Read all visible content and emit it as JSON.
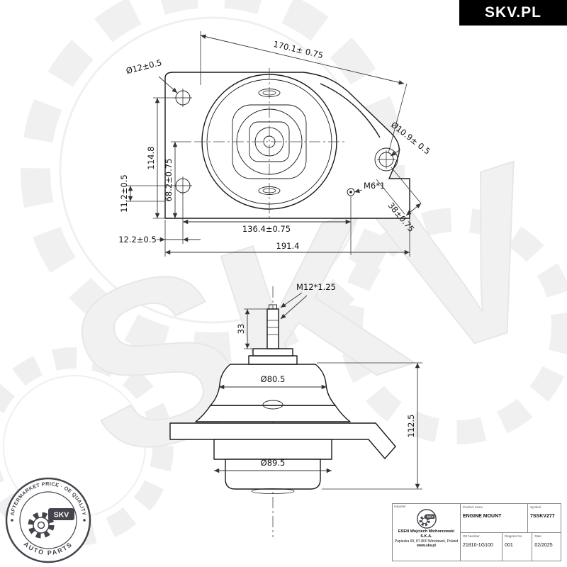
{
  "header": {
    "brand": "SKV.PL"
  },
  "watermark": {
    "text": "SKV"
  },
  "colors": {
    "ink": "#1a1a1a",
    "dim_line": "#333333",
    "stamp": "#45444c",
    "brand_bg": "#000000",
    "brand_fg": "#ffffff",
    "watermark": "#f1f1f1"
  },
  "top_view": {
    "dims": {
      "length_170": "170.1± 0.75",
      "hole_12": "Ø12±0.5",
      "height_114": "114.8",
      "height_68": "68.2±0.75",
      "height_11": "11.2±0.5",
      "hole_10_9": "Ø10.9± 0.5",
      "thread_m6": "M6*1",
      "length_136": "136.4±0.75",
      "offset_12": "12.2±0.5",
      "length_total": "191.4",
      "offset_38": "38±0.75"
    }
  },
  "side_view": {
    "dims": {
      "thread_m12": "M12*1.25",
      "stud_33": "33",
      "dia_80": "Ø80.5",
      "dia_89": "Ø89.5",
      "height_112": "112.5"
    }
  },
  "stamp": {
    "top_text": "AFTERMARKET PRICE · OE QUALITY",
    "bottom_text": "AUTO PARTS",
    "brand": "SKV"
  },
  "title_block": {
    "importer_label": "Importer",
    "company": "ESEN Wojciech Michorzewski S.K.A.",
    "address": "Papiezka 69, 87-800 Włocławek, Poland",
    "website": "www.skv.pl",
    "product_name_label": "Product name",
    "product_name": "ENGINE MOUNT",
    "symbol_label": "Symbol",
    "symbol": "7SSKV277",
    "oe_number_label": "OE Number",
    "oe_number": "21810-1G100",
    "diagram_no_label": "Diagram No.",
    "diagram_no": "001",
    "date_label": "Date",
    "date": "02/2025"
  }
}
